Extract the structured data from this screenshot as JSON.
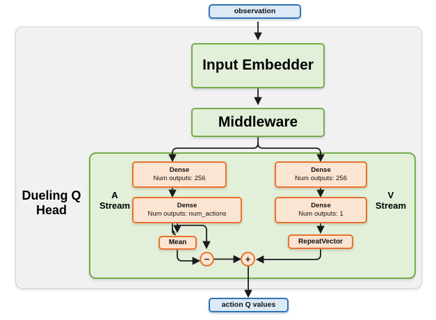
{
  "diagram": {
    "title_label": "Dueling Q Head",
    "io": {
      "input": "observation",
      "output": "action Q values"
    },
    "backbone": [
      {
        "label": "Input Embedder"
      },
      {
        "label": "Middleware"
      }
    ],
    "streams": {
      "advantage": {
        "name": "A\nStream",
        "name_line1": "A",
        "name_line2": "Stream",
        "layers": [
          {
            "title": "Dense",
            "detail": "Num outputs: 256"
          },
          {
            "title": "Dense",
            "detail": "Num outputs: num_actions"
          },
          {
            "title": "Mean",
            "detail": ""
          }
        ]
      },
      "value": {
        "name_line1": "V",
        "name_line2": "Stream",
        "layers": [
          {
            "title": "Dense",
            "detail": "Num outputs: 256"
          },
          {
            "title": "Dense",
            "detail": "Num outputs: 1"
          },
          {
            "title": "RepeatVector",
            "detail": ""
          }
        ]
      }
    },
    "operators": [
      {
        "symbol": "−",
        "name": "subtract"
      },
      {
        "symbol": "+",
        "name": "add"
      }
    ],
    "colors": {
      "io_fill": "#dce9f7",
      "io_stroke": "#2e75b6",
      "block_fill": "#e2efd9",
      "block_stroke": "#70ad47",
      "layer_fill": "#fce4d2",
      "layer_stroke": "#e8722c",
      "frame_fill": "#f1f1f1",
      "frame_stroke": "#d2d2d2",
      "wire": "#1a1a1a"
    }
  }
}
